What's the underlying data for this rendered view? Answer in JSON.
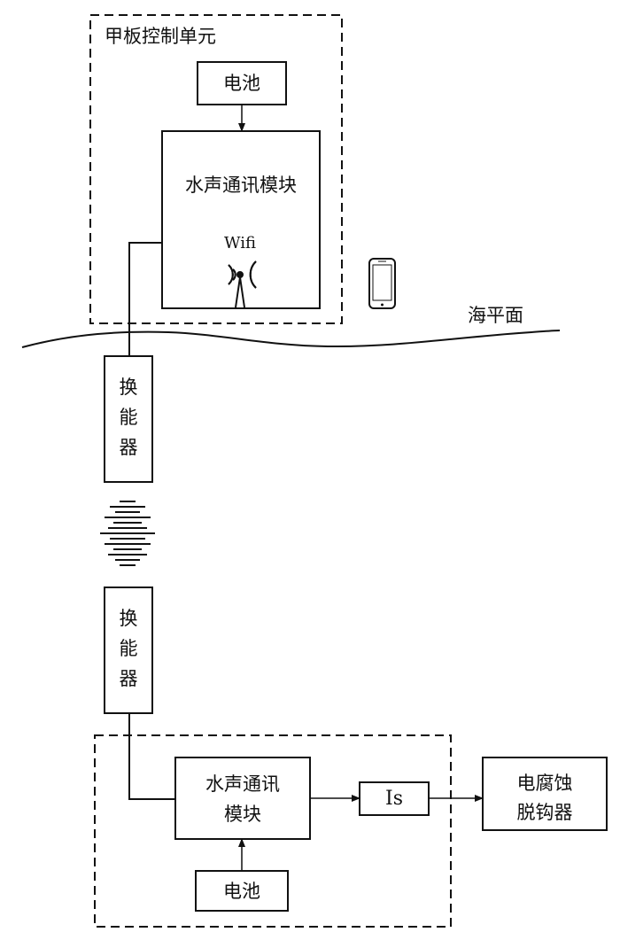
{
  "deck_group": {
    "title": "甲板控制单元"
  },
  "deck_battery": {
    "label": "电池"
  },
  "deck_module": {
    "label": "水声通讯模块",
    "wifi_label": "Wifi"
  },
  "sea_level": {
    "label": "海平面"
  },
  "upper_transducer": {
    "label_lines": [
      "换",
      "能",
      "器"
    ]
  },
  "lower_transducer": {
    "label_lines": [
      "换",
      "能",
      "器"
    ]
  },
  "sub_module": {
    "label_lines": [
      "水声通讯",
      "模块"
    ]
  },
  "is_box": {
    "label": "Is"
  },
  "sub_battery": {
    "label": "电池"
  },
  "release": {
    "label_lines": [
      "电腐蚀",
      "脱钩器"
    ]
  }
}
